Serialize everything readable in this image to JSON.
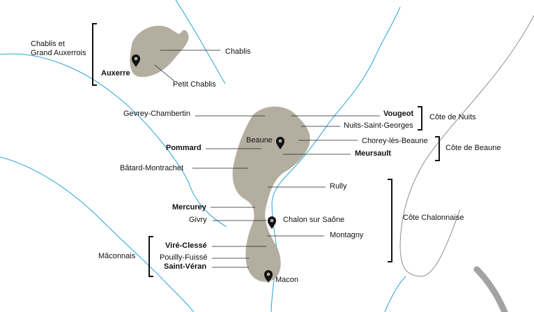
{
  "colors": {
    "region_fill": "#b3ae9f",
    "river": "#29a3d8",
    "road_light": "#8d8d8d",
    "road_dark": "#9b9b9b",
    "leader_line": "#222222",
    "pin": "#111111",
    "text": "#111111"
  },
  "icons": {
    "pin": "map-pin-icon"
  },
  "regions": {
    "chablis": {
      "group_label": "Chablis et\nGrand Auxerrois",
      "appellations": {
        "chablis": "Chablis",
        "petit_chablis": "Petit Chablis"
      },
      "towns": {
        "auxerre": "Auxerre"
      }
    },
    "cote_de_nuits": {
      "group_label": "Côte de Nuits",
      "appellations": {
        "gevrey": "Gevrey-Chambertin",
        "vougeot": "Vougeot",
        "nuits": "Nuits-Saint-Georges"
      }
    },
    "cote_de_beaune": {
      "group_label": "Côte de Beaune",
      "appellations": {
        "pommard": "Pommard",
        "chorey": "Chorey-lès-Beaune",
        "meursault": "Meursault",
        "batard": "Bâtard-Montrachet"
      },
      "towns": {
        "beaune": "Beaune"
      }
    },
    "cote_chalonnaise": {
      "group_label": "Côte Chalonnaise",
      "appellations": {
        "rully": "Rully",
        "mercurey": "Mercurey",
        "givry": "Givry",
        "montagny": "Montagny"
      },
      "towns": {
        "chalon": "Chalon sur Saône"
      }
    },
    "maconnais": {
      "group_label": "Mâconnais",
      "appellations": {
        "vire": "Viré-Clessé",
        "pouilly": "Pouilly-Fuissé",
        "saint_veran": "Saint-Véran"
      },
      "towns": {
        "macon": "Macon"
      }
    }
  }
}
